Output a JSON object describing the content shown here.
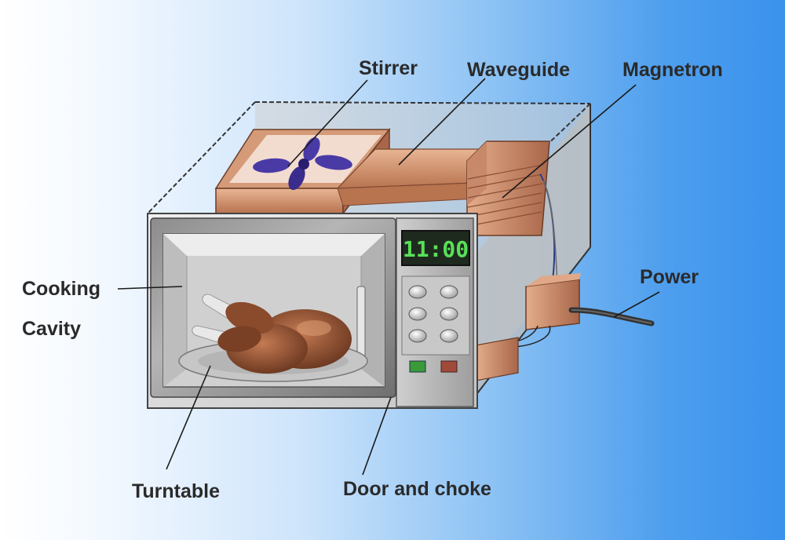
{
  "labels": {
    "stirrer": "Stirrer",
    "waveguide": "Waveguide",
    "magnetron": "Magnetron",
    "power": "Power",
    "cooking": "Cooking",
    "cavity": "Cavity",
    "turntable": "Turntable",
    "door_choke": "Door and choke"
  },
  "display": {
    "time": "11:00"
  },
  "colors": {
    "copper": "#c98a66",
    "stirrer_blade": "#4a3aa6",
    "case_grey": "#d8d8d8",
    "button_green": "#3a9a3a",
    "button_red": "#a04a3a",
    "display_digits": "#58e058"
  }
}
